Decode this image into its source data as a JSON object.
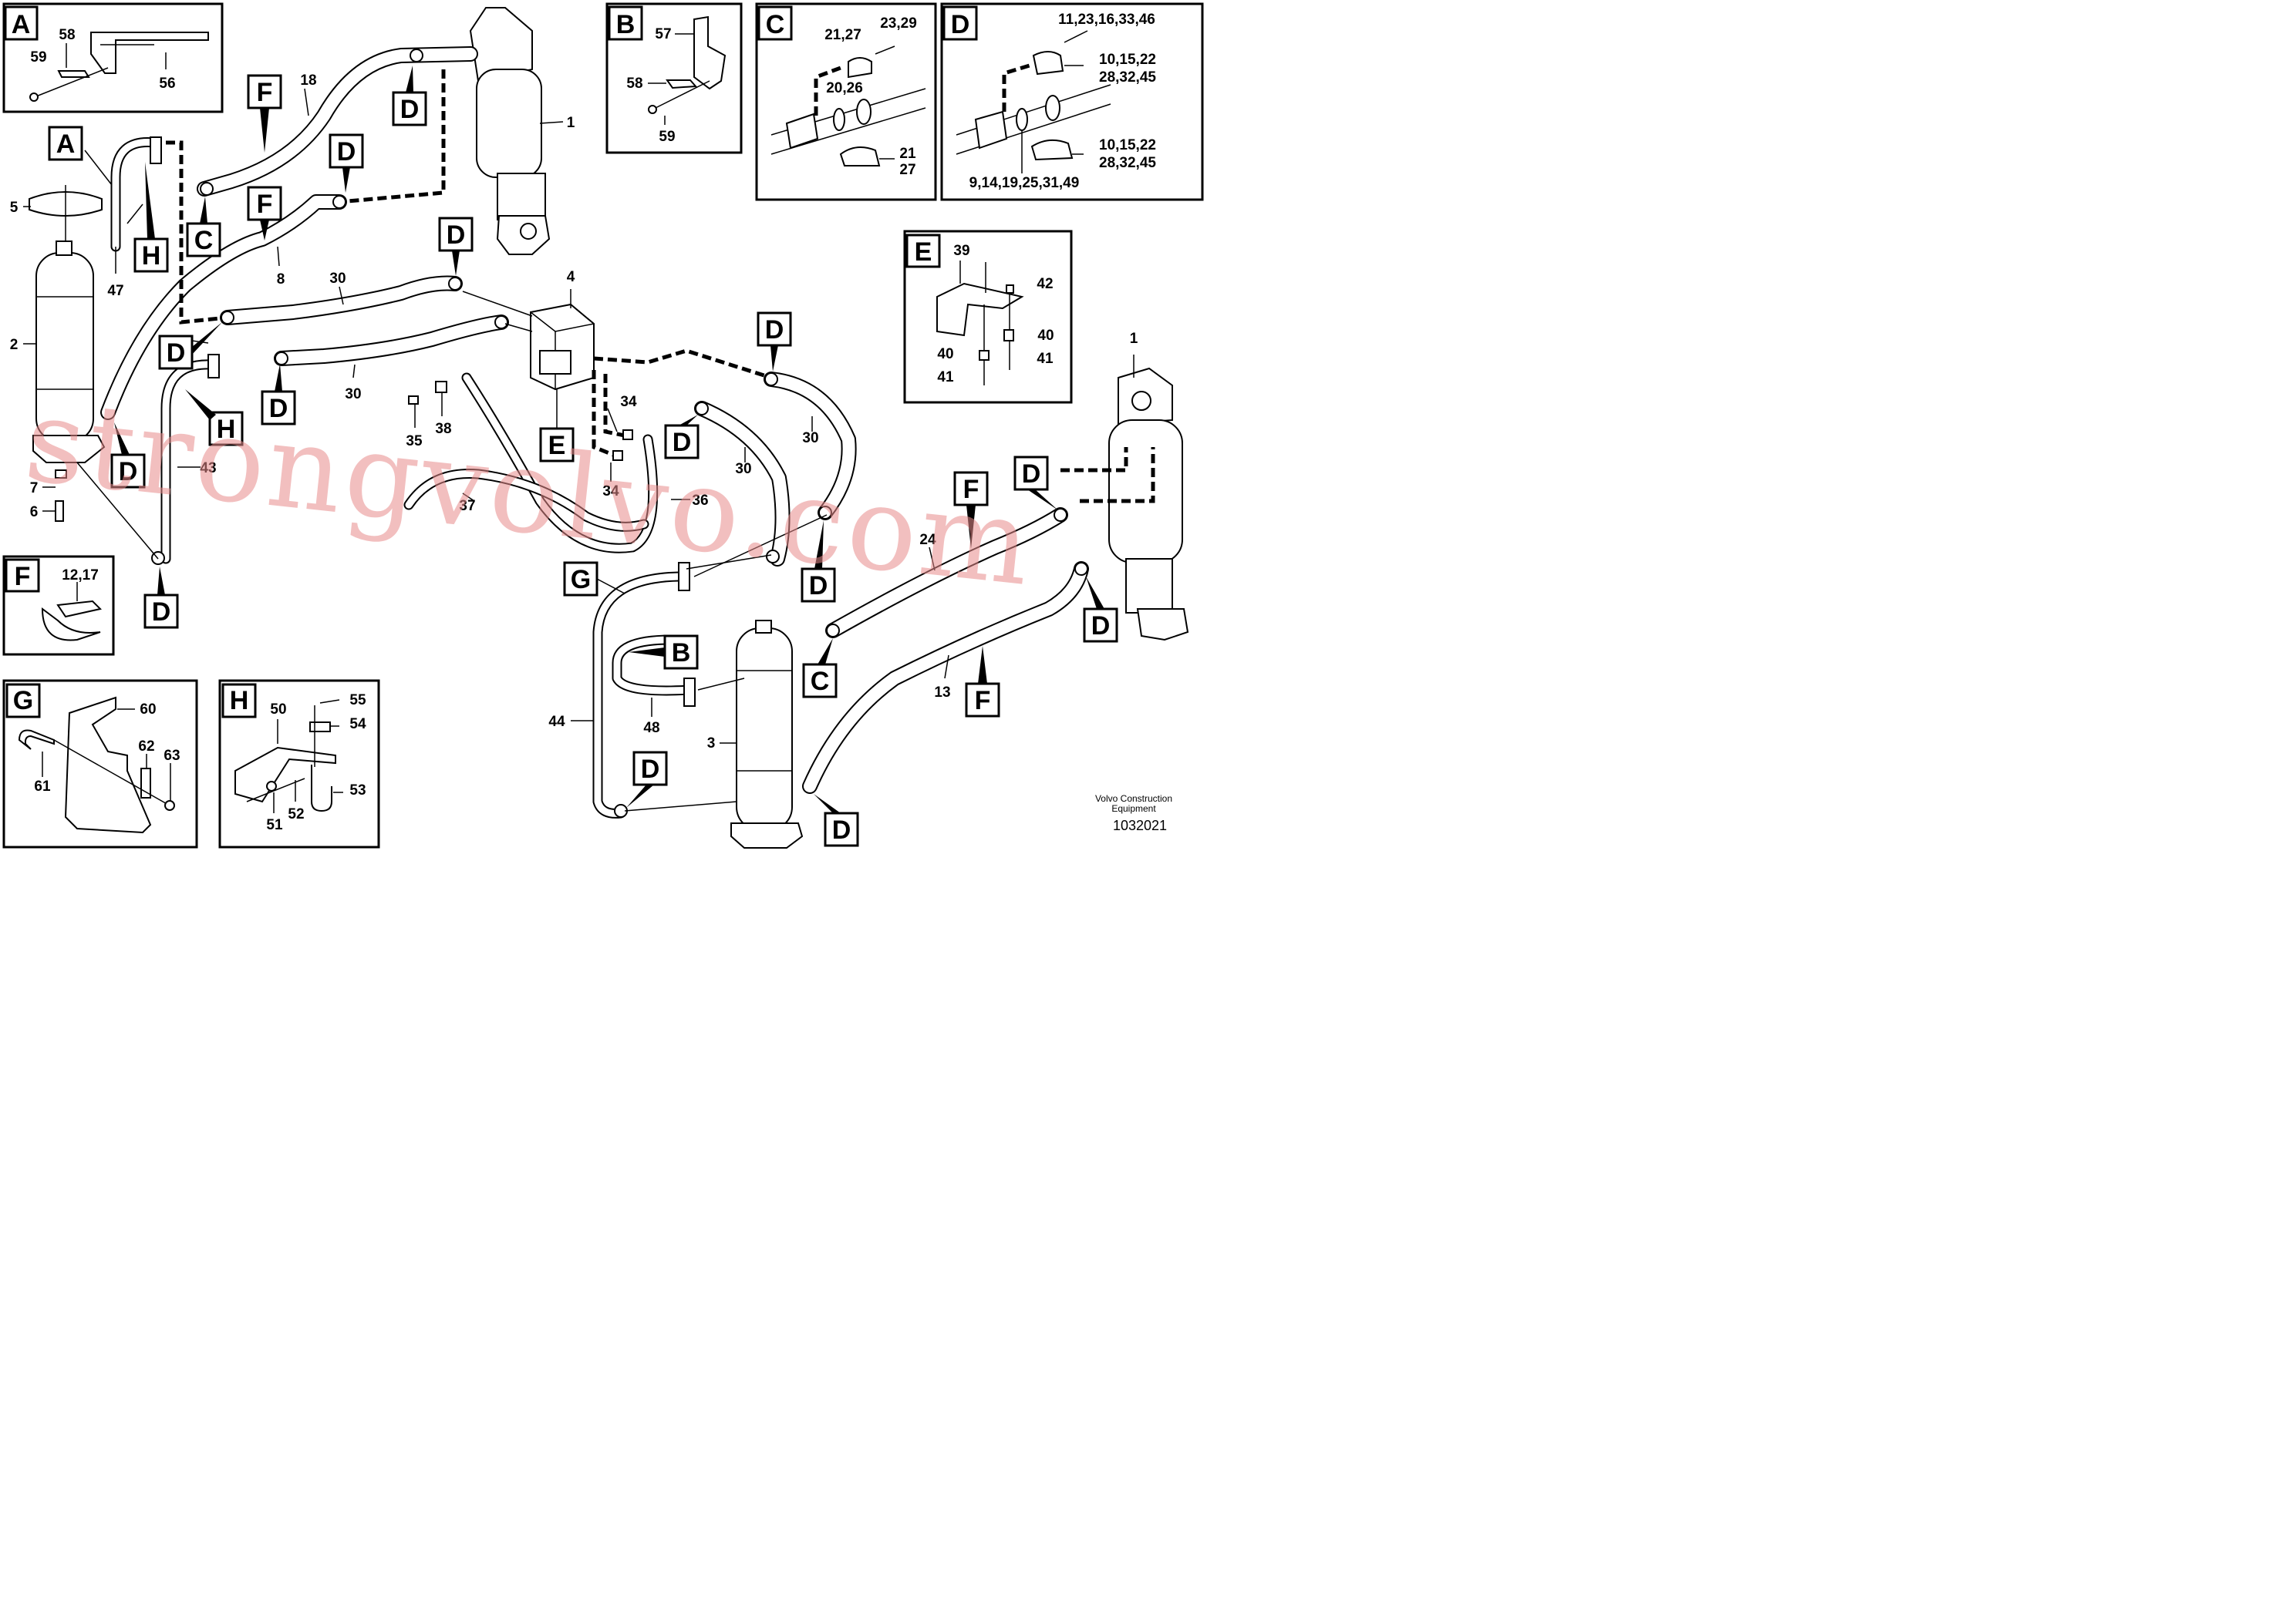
{
  "callout_letters": {
    "A": "A",
    "B": "B",
    "C": "C",
    "D": "D",
    "E": "E",
    "F": "F",
    "G": "G",
    "H": "H"
  },
  "detail_boxes": {
    "A": {
      "title": "A",
      "parts": [
        "58",
        "59",
        "56"
      ]
    },
    "B": {
      "title": "B",
      "parts": [
        "57",
        "58",
        "59"
      ]
    },
    "C": {
      "title": "C",
      "parts": [
        "21,27",
        "23,29",
        "20,26",
        "21",
        "27"
      ]
    },
    "D": {
      "title": "D",
      "parts": [
        "11,23,16,33,46",
        "10,15,22",
        "28,32,45",
        "10,15,22",
        "28,32,45",
        "9,14,19,25,31,49"
      ]
    },
    "E": {
      "title": "E",
      "parts": [
        "39",
        "42",
        "40",
        "40",
        "41",
        "41"
      ]
    },
    "F": {
      "title": "F",
      "parts": [
        "12,17"
      ]
    },
    "G": {
      "title": "G",
      "parts": [
        "60",
        "62",
        "63",
        "61"
      ]
    },
    "H": {
      "title": "H",
      "parts": [
        "50",
        "55",
        "54",
        "53",
        "51",
        "52"
      ]
    }
  },
  "main_labels": [
    "18",
    "1",
    "5",
    "47",
    "2",
    "7",
    "6",
    "8",
    "30",
    "4",
    "30",
    "34",
    "35",
    "38",
    "34",
    "36",
    "37",
    "43",
    "30",
    "30",
    "1",
    "24",
    "13",
    "44",
    "48",
    "3"
  ],
  "footer": {
    "company_line1": "Volvo Construction",
    "company_line2": "Equipment",
    "doc_number": "1032021"
  },
  "watermark": "strongvolvo.com"
}
